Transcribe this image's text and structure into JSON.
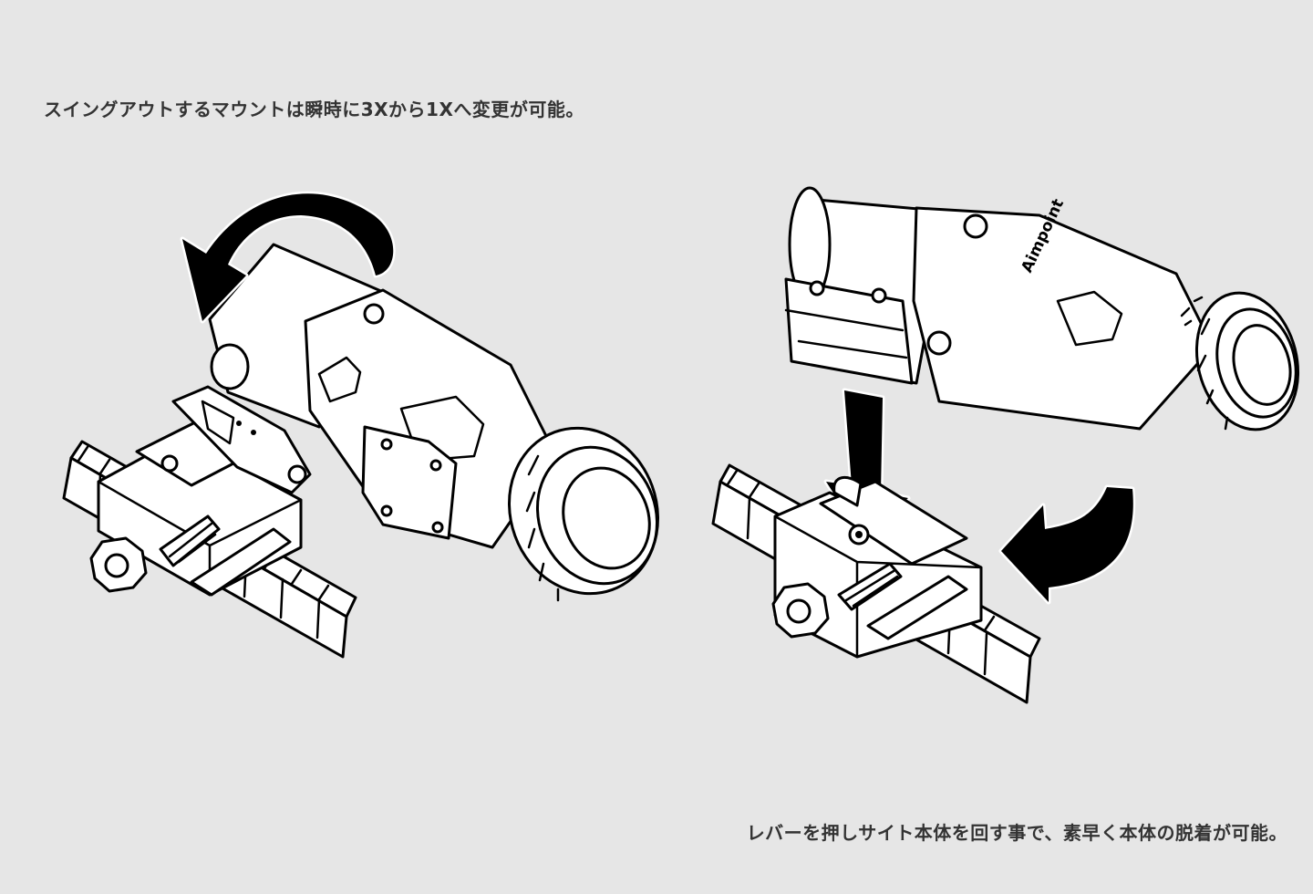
{
  "captions": {
    "top": "スイングアウトするマウントは瞬時に3Xから1Xへ変更が可能。",
    "bottom": "レバーを押しサイト本体を回す事で、素早く本体の脱着が可能。"
  },
  "illustration": {
    "brand_marking": "Aimpoint",
    "colors": {
      "background": "#e6e6e6",
      "line_art": "#000000",
      "fill": "#ffffff",
      "caption_text": "#333333"
    }
  }
}
